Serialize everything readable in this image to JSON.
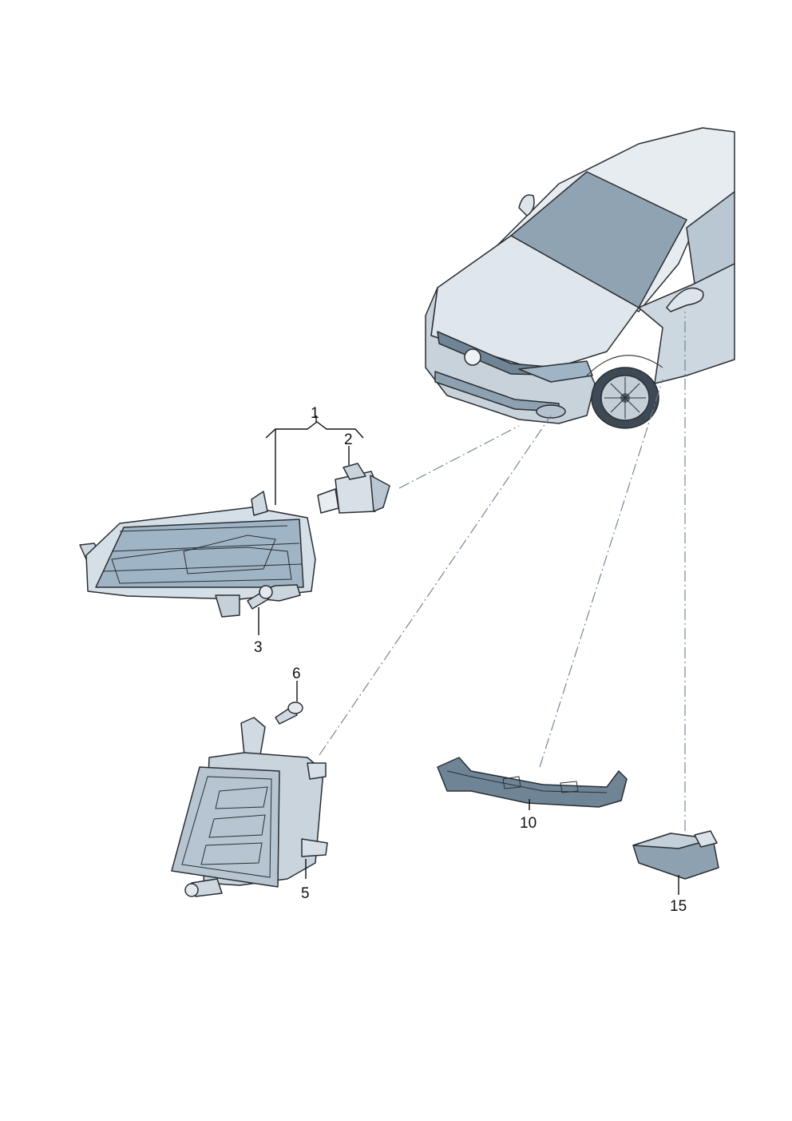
{
  "callouts": {
    "c1": "1",
    "c2": "2",
    "c3": "3",
    "c5": "5",
    "c6": "6",
    "c10": "10",
    "c15": "15"
  },
  "colors": {
    "line": "#111111",
    "dash": "#6a7d8c",
    "glass": "#9fb4c4",
    "body": "#d8e1e8",
    "shade": "#7f95a6"
  }
}
